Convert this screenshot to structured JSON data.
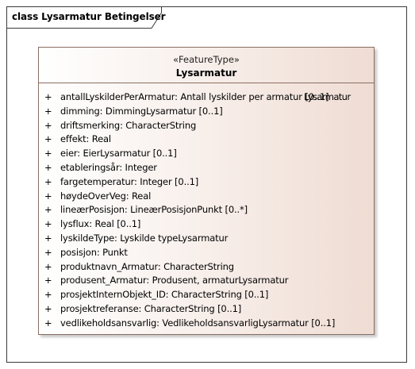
{
  "diagram": {
    "frame_title": "class Lysarmatur Betingelser",
    "class": {
      "stereotype": "«FeatureType»",
      "name": "Lysarmatur",
      "attributes": [
        {
          "vis": "+",
          "text": "antallLyskilderPerArmatur: Antall lyskilder per armatur [0..1]"
        },
        {
          "vis": "+",
          "text": "dimming: DimmingLysarmatur [0..1]"
        },
        {
          "vis": "+",
          "text": "driftsmerking: CharacterString"
        },
        {
          "vis": "+",
          "text": "effekt: Real"
        },
        {
          "vis": "+",
          "text": "eier: EierLysarmatur [0..1]"
        },
        {
          "vis": "+",
          "text": "etableringsår: Integer"
        },
        {
          "vis": "+",
          "text": "fargetemperatur: Integer [0..1]"
        },
        {
          "vis": "+",
          "text": "høydeOverVeg: Real"
        },
        {
          "vis": "+",
          "text": "lineærPosisjon: LineærPosisjonPunkt [0..*]"
        },
        {
          "vis": "+",
          "text": "lysflux: Real [0..1]"
        },
        {
          "vis": "+",
          "text": "lyskildeType: Lyskilde typeLysarmatur"
        },
        {
          "vis": "+",
          "text": "posisjon: Punkt"
        },
        {
          "vis": "+",
          "text": "produktnavn_Armatur: CharacterString"
        },
        {
          "vis": "+",
          "text": "produsent_Armatur: Produsent, armaturLysarmatur"
        },
        {
          "vis": "+",
          "text": "prosjektInternObjekt_ID: CharacterString [0..1]"
        },
        {
          "vis": "+",
          "text": "prosjektreferanse: CharacterString [0..1]"
        },
        {
          "vis": "+",
          "text": "vedlikeholdsansvarlig: VedlikeholdsansvarligLysarmatur [0..1]"
        }
      ],
      "overlap_text": "Lysarmatur"
    }
  }
}
